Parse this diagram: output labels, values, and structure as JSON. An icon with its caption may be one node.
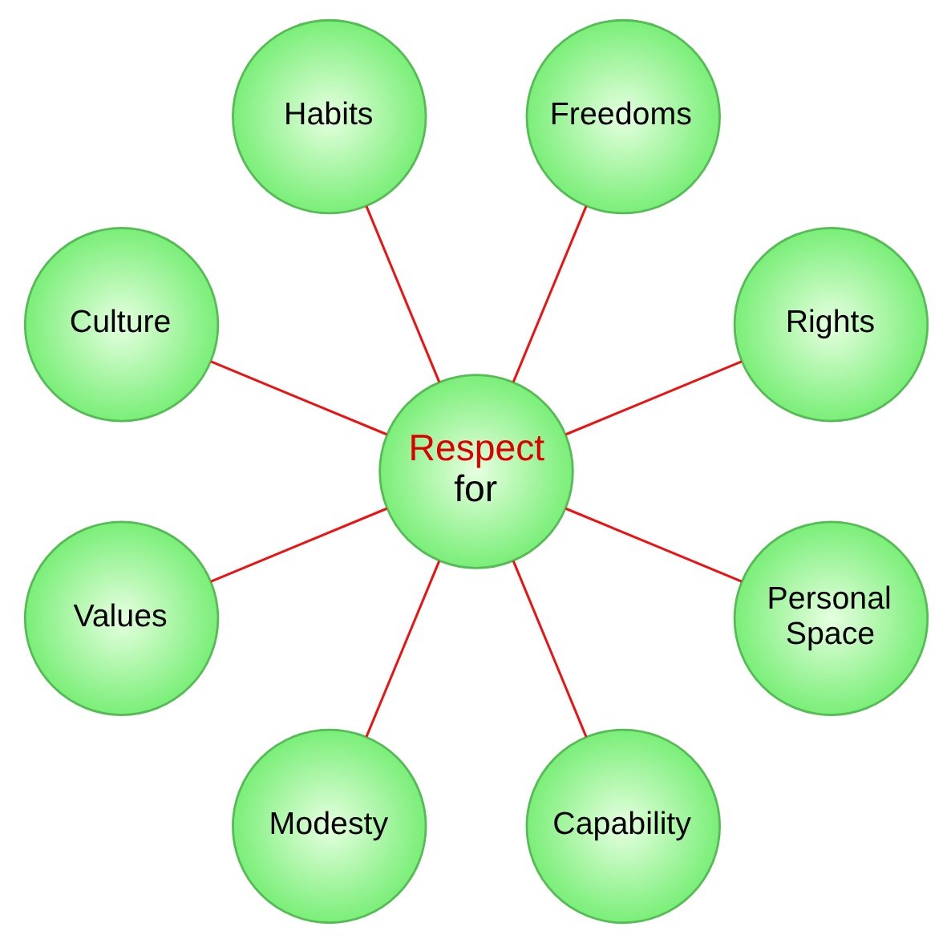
{
  "diagram": {
    "nodes": [
      {
        "text": [
          "Rights"
        ]
      },
      {
        "text": [
          "Freedoms"
        ]
      },
      {
        "text": [
          "Habits"
        ]
      },
      {
        "text": [
          "Respect",
          "for"
        ]
      },
      {
        "text": [
          "Culture"
        ]
      },
      {
        "text": [
          "Values"
        ]
      },
      {
        "text": [
          "Modesty"
        ]
      },
      {
        "text": [
          "Capability"
        ]
      },
      {
        "text": [
          "Personal Space"
        ]
      }
    ],
    "edges": [
      {
        "from": 3,
        "to": 5,
        "arrow": "none"
      },
      {
        "from": 3,
        "to": 2,
        "arrow": "none"
      },
      {
        "from": 3,
        "to": 0,
        "arrow": "none"
      },
      {
        "from": 3,
        "to": 1,
        "arrow": "none"
      },
      {
        "from": 3,
        "to": 4,
        "arrow": "none"
      },
      {
        "from": 3,
        "to": 6,
        "arrow": "none"
      },
      {
        "from": 3,
        "to": 8,
        "arrow": "none"
      },
      {
        "from": 3,
        "to": 7,
        "arrow": "none"
      }
    ]
  }
}
